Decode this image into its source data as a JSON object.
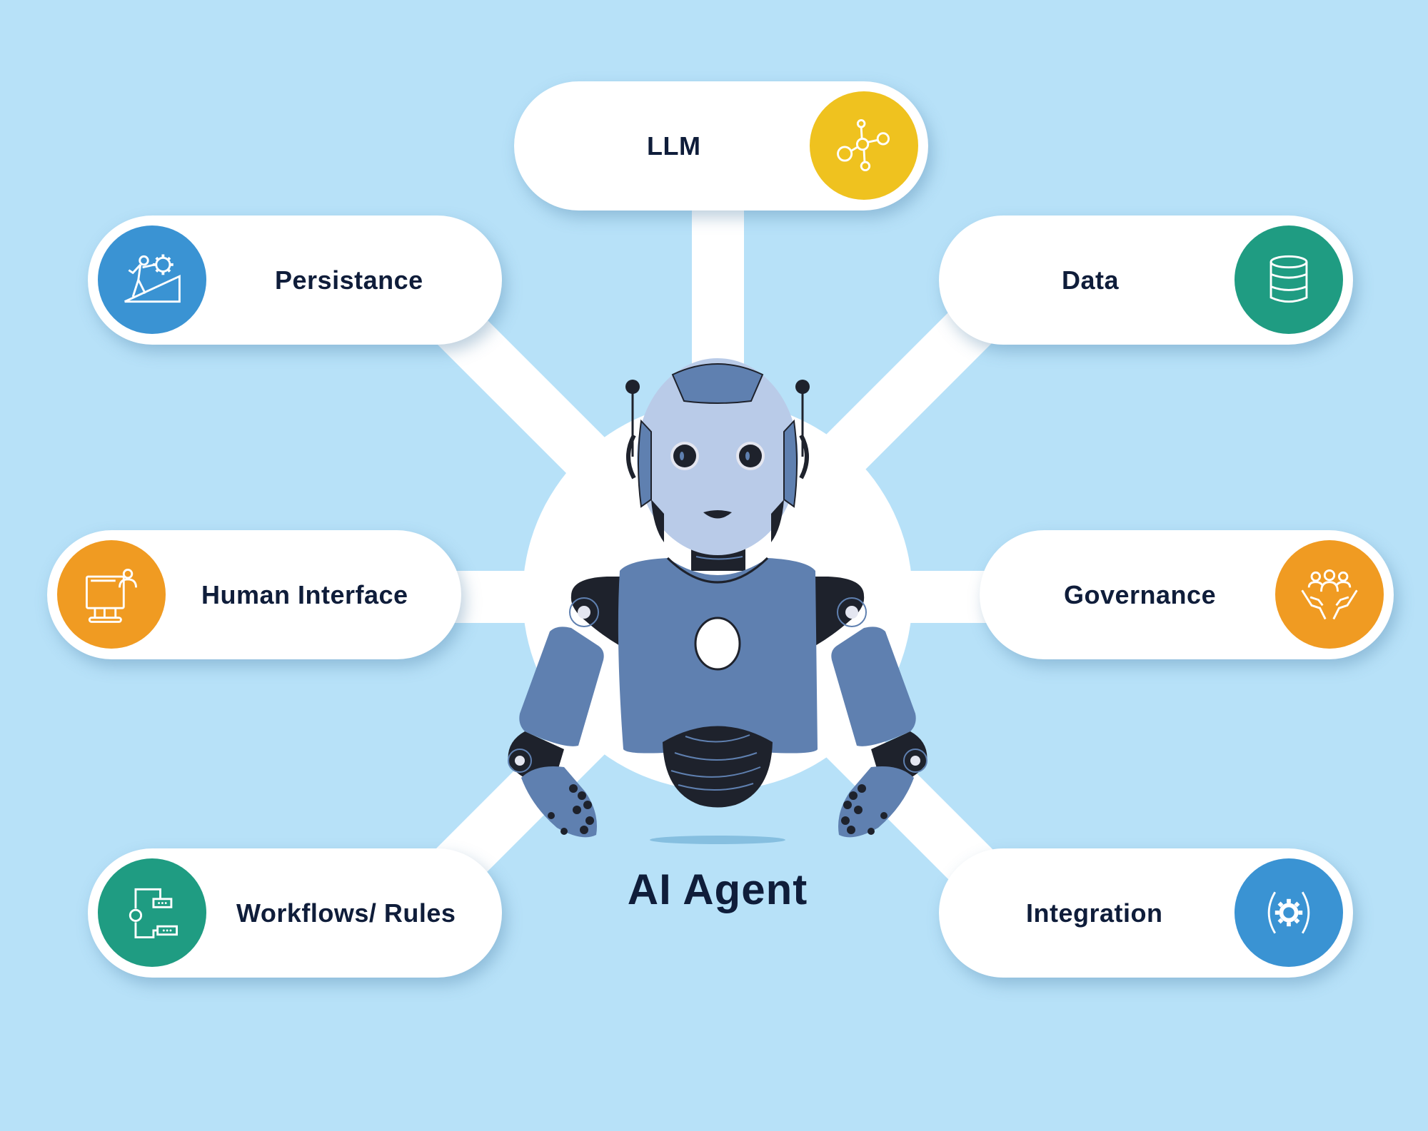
{
  "diagram": {
    "title": "AI Agent",
    "background_color": "#b7e1f8",
    "center": {
      "label": "AI Agent",
      "figure": "robot"
    },
    "nodes": [
      {
        "id": "llm",
        "label": "LLM",
        "icon": "network-nodes-icon",
        "color": "#efc21f",
        "position": "top"
      },
      {
        "id": "persistance",
        "label": "Persistance",
        "icon": "person-pushing-gear-uphill-icon",
        "color": "#3a93d3",
        "position": "top-left"
      },
      {
        "id": "data",
        "label": "Data",
        "icon": "database-icon",
        "color": "#1f9c82",
        "position": "top-right"
      },
      {
        "id": "human_interface",
        "label": "Human Interface",
        "icon": "monitor-user-icon",
        "color": "#f09b22",
        "position": "middle-left"
      },
      {
        "id": "governance",
        "label": "Governance",
        "icon": "people-in-hands-icon",
        "color": "#f09b22",
        "position": "middle-right"
      },
      {
        "id": "workflows",
        "label": "Workflows/ Rules",
        "icon": "workflow-gear-icon",
        "color": "#1f9c82",
        "position": "bottom-left"
      },
      {
        "id": "integration",
        "label": "Integration",
        "icon": "gear-rotation-icon",
        "color": "#3a93d3",
        "position": "bottom-right"
      }
    ],
    "connector_color": "#ffffff",
    "text_color": "#0f1d3a",
    "robot_colors": {
      "head": "#b9cbe8",
      "body": "#5f80b0",
      "dark": "#1e222c"
    }
  }
}
